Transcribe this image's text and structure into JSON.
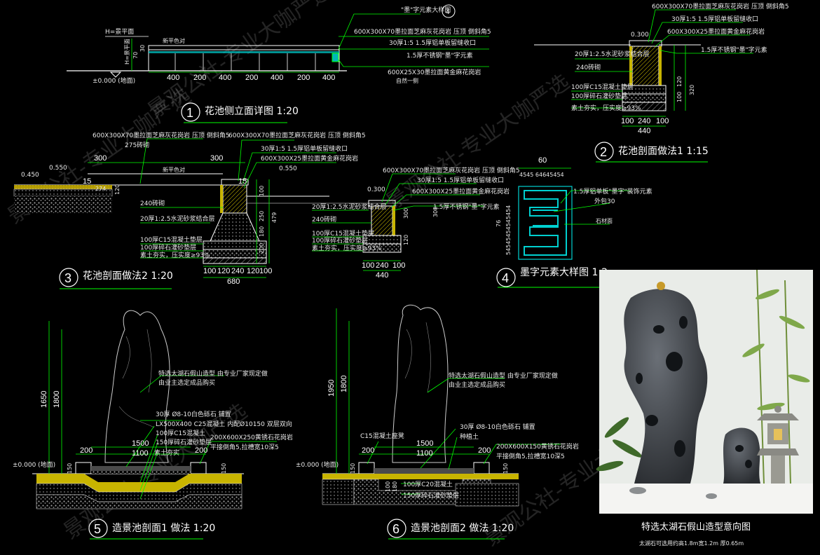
{
  "colors": {
    "background": "#000000",
    "leader": "#00ff00",
    "outline": "#ffffff",
    "fill_yellow": "#c8b400",
    "stone": "#8a8a8a",
    "dim_cyan": "#00d0d0"
  },
  "views": [
    {
      "num": "1",
      "title": "花池侧立面详图 1:20"
    },
    {
      "num": "2",
      "title": "花池剖面做法1 1:15"
    },
    {
      "num": "3",
      "title": "花池剖面做法2 1:20"
    },
    {
      "num": "4",
      "title": "墨字元素大样图 1:2"
    },
    {
      "num": "5",
      "title": "造景池剖面1 做法 1:20"
    },
    {
      "num": "6",
      "title": "造景池剖面2 做法 1:20"
    }
  ],
  "v1": {
    "callout_ref": "\"墨\"字元素大样图",
    "callout_num": "4",
    "h_label": "H=景平面",
    "ground": "±0.000 (地面)",
    "top_note": "新平色对",
    "notes": [
      "600X300X70墨拉面芝麻灰花岗岩 压顶 倒斜角5",
      "30厚1:5 1.5厚铝单板留缝收口",
      "1.5厚不锈钢\"墨\"字元素",
      "600X25X30墨拉面黄金麻花岗岩",
      "自然一侧"
    ],
    "dims": [
      "400",
      "200",
      "400",
      "200",
      "400",
      "200",
      "400"
    ],
    "vdims": [
      "H=景平面",
      "70",
      "30"
    ]
  },
  "v2": {
    "top": "0.300",
    "notes": [
      "600X300X70墨拉面芝麻灰花岗岩 压顶 倒斜角5",
      "30厚1:5 1.5厚铝单板留缝收口",
      "600X300X25墨拉面黄金麻花岗岩",
      "1.5厚不锈钢\"墨\"字元素",
      "20厚1:2.5水泥砂浆结合层",
      "240砖砌",
      "100厚C15混凝土垫层",
      "100厚碎石灌砂垫层",
      "素土夯实，压实度≥93%"
    ],
    "dims_b": [
      "100",
      "240",
      "100"
    ],
    "total_b": "440",
    "vdims": [
      "120",
      "100",
      "320"
    ]
  },
  "v3": {
    "levels": [
      "0.450",
      "0.550",
      "0.550",
      "0.300"
    ],
    "notes": [
      "600X300X70墨拉面芝麻灰花岗岩 压顶 倒斜角5",
      "275砖砌",
      "600X300X70墨拉面芝麻灰花岗岩 压顶 倒斜角5",
      "30厚1:5 1.5厚铝单板留缝收口",
      "600X300X25墨拉面黄金麻花岗岩",
      "新平色对",
      "240砖砌",
      "20厚1:2.5水泥砂浆结合层",
      "100厚C15混凝土垫层",
      "100厚碎石灌砂垫层",
      "素土夯实，压实度≥93%"
    ],
    "notes_b": [
      "600X300X70墨拉面芝麻灰花岗岩 压顶 倒斜角5",
      "30厚1:5 1.5厚铝单板留缝收口",
      "600X300X25墨拉面黄金麻花岗岩",
      "1.5厚不锈钢\"墨\"字元素",
      "20厚1:2.5水泥砂浆结合层",
      "240砖砌",
      "100厚C15混凝土垫层",
      "100厚碎石灌砂垫层",
      "素土夯实，压实度≥93%"
    ],
    "dims_left": [
      "300",
      "15",
      "300",
      "15",
      "274"
    ],
    "vdims": [
      "120",
      "100",
      "250",
      "180",
      "200",
      "479",
      "300",
      "300",
      "120"
    ],
    "dims_b": [
      "100",
      "120",
      "240",
      "120",
      "100"
    ],
    "total_b": "680",
    "dims_b2": [
      "100",
      "240",
      "100"
    ],
    "total_b2": "440"
  },
  "v4": {
    "top": "60",
    "topdims": "4545 64645454",
    "vdims": "54545454545454",
    "height": "76",
    "notes": [
      "1.5厚铝单板\"墨字\"装饰元素",
      "外包30",
      "石材面"
    ]
  },
  "v5": {
    "ground": "±0.000 (地面)",
    "h1": "1650",
    "h2": "1800",
    "notes": [
      "特选太湖石假山造型 由专业厂家现定做",
      "由业主选定成品购买",
      "30厚 Ø8-10白色砾石 铺置",
      "LX500X400 C25混凝土 内配Ø10150 双层双向",
      "100厚C15混凝土",
      "150厚碎石灌砂垫层",
      "素土夯实",
      "200X600X250黄锈石花岗岩",
      "平接倒角5,拉槽宽10深5"
    ],
    "dims": [
      "200",
      "1500",
      "1100",
      "200"
    ],
    "vdims": [
      "150",
      "150"
    ]
  },
  "v6": {
    "ground": "±0.000 (地面)",
    "h1": "1950",
    "h2": "1800",
    "notes": [
      "特选太湖石假山造型 由专业厂家现定做",
      "由业主选定成品购买",
      "C15混凝土座凳",
      "30厚 Ø8-10白色砾石 铺置",
      "种植土",
      "200X600X150黄锈石花岗岩",
      "平接倒角5,拉槽宽10深5",
      "100厚C20混凝土",
      "150厚碎石灌砂垫层"
    ],
    "dims": [
      "200",
      "1500",
      "1100",
      "200"
    ],
    "vdims": [
      "150",
      "100",
      "180",
      "150"
    ]
  },
  "photo": {
    "caption": "特选太湖石假山造型意向图",
    "sub": "太湖石可选用约高1.8m宽1.2m 厚0.65m"
  },
  "watermark": "景观公社-专业大咖严选"
}
